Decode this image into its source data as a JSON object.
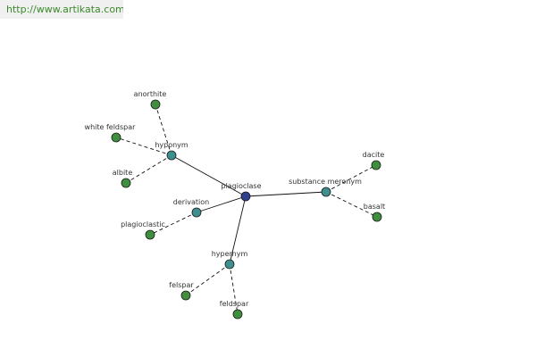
{
  "source": {
    "url": "http://www.artikata.com"
  },
  "graph": {
    "colors": {
      "center": "#2f3f8f",
      "relation": "#3f8f8f",
      "term": "#3f8f3f",
      "edge": "#111111",
      "node_stroke": "#1a1a1a"
    },
    "nodes": [
      {
        "id": "plagioclase",
        "label": "plagioclase",
        "kind": "center"
      },
      {
        "id": "hyponym",
        "label": "hyponym",
        "kind": "relation"
      },
      {
        "id": "derivation",
        "label": "derivation",
        "kind": "relation"
      },
      {
        "id": "hypernym",
        "label": "hypernym",
        "kind": "relation"
      },
      {
        "id": "substance-meronym",
        "label": "substance meronym",
        "kind": "relation"
      },
      {
        "id": "anorthite",
        "label": "anorthite",
        "kind": "term"
      },
      {
        "id": "white-feldspar",
        "label": "white feldspar",
        "kind": "term"
      },
      {
        "id": "albite",
        "label": "albite",
        "kind": "term"
      },
      {
        "id": "plagioclastic",
        "label": "plagioclastic",
        "kind": "term"
      },
      {
        "id": "felspar",
        "label": "felspar",
        "kind": "term"
      },
      {
        "id": "feldspar",
        "label": "feldspar",
        "kind": "term"
      },
      {
        "id": "dacite",
        "label": "dacite",
        "kind": "term"
      },
      {
        "id": "basalt",
        "label": "basalt",
        "kind": "term"
      }
    ],
    "edges": [
      {
        "from": "plagioclase",
        "to": "hyponym",
        "style": "solid"
      },
      {
        "from": "plagioclase",
        "to": "derivation",
        "style": "solid"
      },
      {
        "from": "plagioclase",
        "to": "hypernym",
        "style": "solid"
      },
      {
        "from": "plagioclase",
        "to": "substance-meronym",
        "style": "solid"
      },
      {
        "from": "hyponym",
        "to": "anorthite",
        "style": "dashed"
      },
      {
        "from": "hyponym",
        "to": "white-feldspar",
        "style": "dashed"
      },
      {
        "from": "hyponym",
        "to": "albite",
        "style": "dashed"
      },
      {
        "from": "derivation",
        "to": "plagioclastic",
        "style": "dashed"
      },
      {
        "from": "hypernym",
        "to": "felspar",
        "style": "dashed"
      },
      {
        "from": "hypernym",
        "to": "feldspar",
        "style": "dashed"
      },
      {
        "from": "substance-meronym",
        "to": "dacite",
        "style": "dashed"
      },
      {
        "from": "substance-meronym",
        "to": "basalt",
        "style": "dashed"
      }
    ]
  }
}
